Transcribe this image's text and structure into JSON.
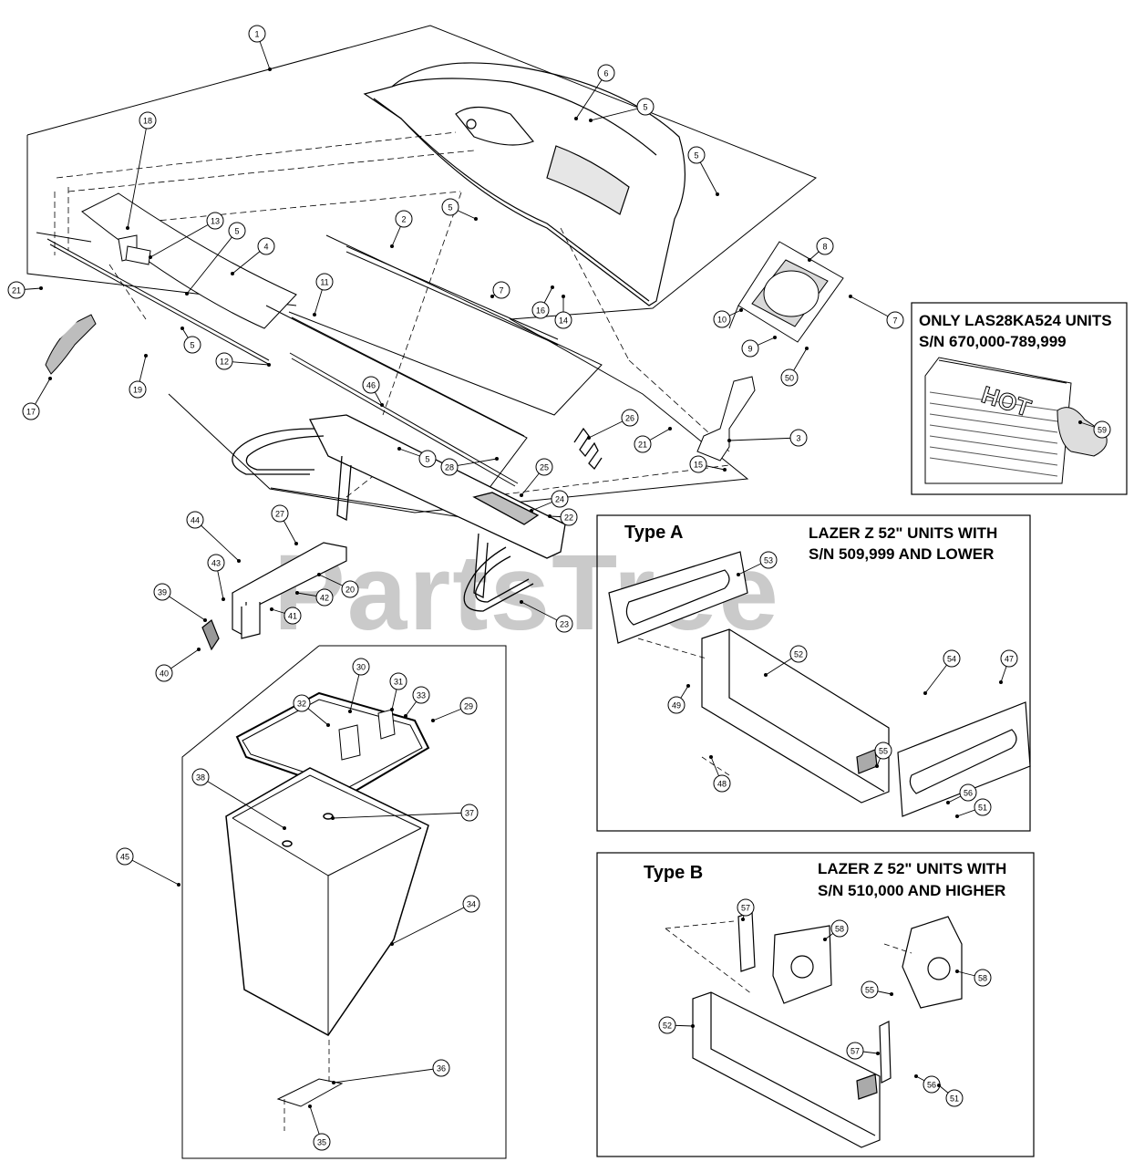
{
  "watermark": "PartsTree",
  "callouts": [
    {
      "label": "1"
    },
    {
      "label": "18"
    },
    {
      "label": "13"
    },
    {
      "label": "5"
    },
    {
      "label": "4"
    },
    {
      "label": "21"
    },
    {
      "label": "5"
    },
    {
      "label": "12"
    },
    {
      "label": "19"
    },
    {
      "label": "17"
    },
    {
      "label": "6"
    },
    {
      "label": "5"
    },
    {
      "label": "5"
    },
    {
      "label": "5"
    },
    {
      "label": "2"
    },
    {
      "label": "11"
    },
    {
      "label": "7"
    },
    {
      "label": "16"
    },
    {
      "label": "14"
    },
    {
      "label": "8"
    },
    {
      "label": "10"
    },
    {
      "label": "7"
    },
    {
      "label": "9"
    },
    {
      "label": "50"
    },
    {
      "label": "46"
    },
    {
      "label": "26"
    },
    {
      "label": "21"
    },
    {
      "label": "3"
    },
    {
      "label": "15"
    },
    {
      "label": "5"
    },
    {
      "label": "28"
    },
    {
      "label": "25"
    },
    {
      "label": "24"
    },
    {
      "label": "22"
    },
    {
      "label": "44"
    },
    {
      "label": "27"
    },
    {
      "label": "43"
    },
    {
      "label": "20"
    },
    {
      "label": "42"
    },
    {
      "label": "39"
    },
    {
      "label": "41"
    },
    {
      "label": "23"
    },
    {
      "label": "40"
    },
    {
      "label": "30"
    },
    {
      "label": "31"
    },
    {
      "label": "33"
    },
    {
      "label": "32"
    },
    {
      "label": "29"
    },
    {
      "label": "38"
    },
    {
      "label": "37"
    },
    {
      "label": "45"
    },
    {
      "label": "34"
    },
    {
      "label": "36"
    },
    {
      "label": "35"
    },
    {
      "label": "59"
    },
    {
      "label": "53"
    },
    {
      "label": "52"
    },
    {
      "label": "47"
    },
    {
      "label": "54"
    },
    {
      "label": "49"
    },
    {
      "label": "55"
    },
    {
      "label": "48"
    },
    {
      "label": "56"
    },
    {
      "label": "51"
    },
    {
      "label": "57"
    },
    {
      "label": "58"
    },
    {
      "label": "55"
    },
    {
      "label": "58"
    },
    {
      "label": "52"
    },
    {
      "label": "57"
    },
    {
      "label": "56"
    },
    {
      "label": "51"
    }
  ],
  "inset_las": {
    "line1": "ONLY LAS28KA524 UNITS",
    "line2": "S/N 670,000-789,999",
    "decal": "HOT"
  },
  "type_a": {
    "title": "Type A",
    "note1": "LAZER Z 52\" UNITS WITH",
    "note2": "S/N 509,999 AND LOWER"
  },
  "type_b": {
    "title": "Type B",
    "note1": "LAZER Z 52\" UNITS WITH",
    "note2": "S/N 510,000 AND HIGHER"
  }
}
